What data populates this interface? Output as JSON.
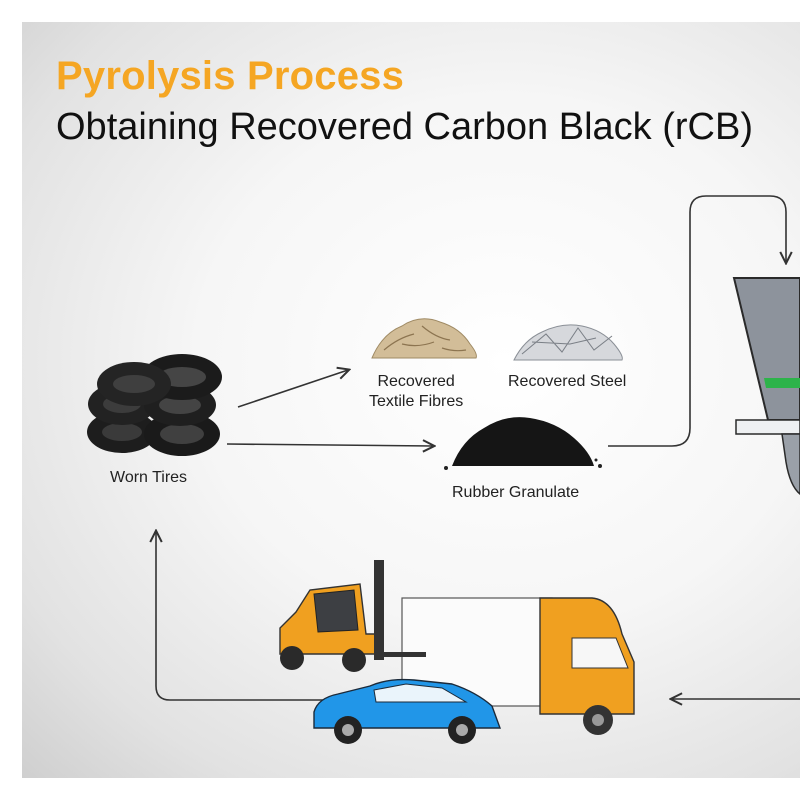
{
  "title": "Pyrolysis Process",
  "subtitle": "Obtaining Recovered Carbon Black (rCB)",
  "labels": {
    "worn_tires": "Worn Tires",
    "textile_line1": "Recovered",
    "textile_line2": "Textile Fibres",
    "steel": "Recovered Steel",
    "rubber": "Rubber Granulate"
  },
  "colors": {
    "accent": "#f5a623",
    "reactor": "#8d939c",
    "green_band": "#2db34a",
    "car": "#2196e8",
    "truck": "#f0a020"
  },
  "icons": [
    "tires-icon",
    "textile-fibres-icon",
    "steel-icon",
    "rubber-granulate-icon",
    "reactor-icon",
    "forklift-icon",
    "truck-icon",
    "car-icon"
  ]
}
